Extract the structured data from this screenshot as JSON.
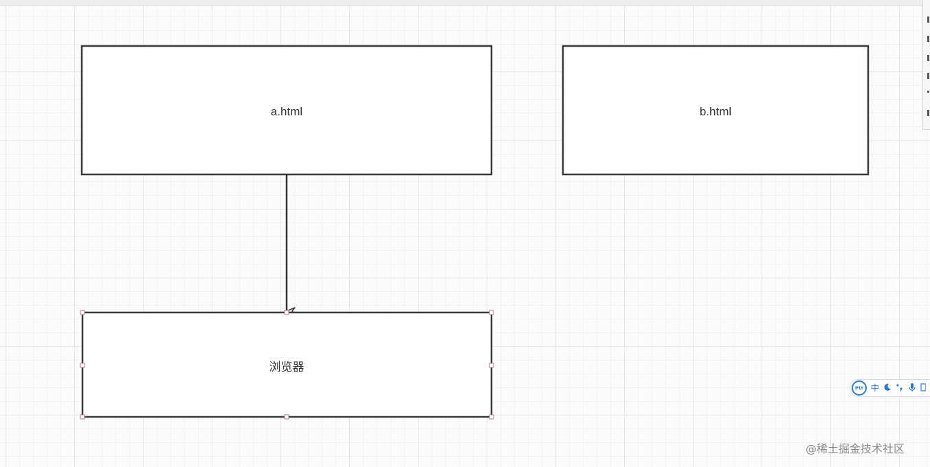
{
  "nodes": {
    "a": {
      "label": "a.html"
    },
    "b": {
      "label": "b.html"
    },
    "browser": {
      "label": "浏览器"
    }
  },
  "edges": [
    {
      "from": "a",
      "to": "browser"
    }
  ],
  "ime_toolbar": {
    "logo": "iFLY",
    "mode": "中",
    "icons": [
      "moon-icon",
      "punctuation-icon",
      "microphone-icon",
      "keyboard-icon"
    ],
    "accent_color": "#2a78d6"
  },
  "watermark": "@稀土掘金技术社区"
}
